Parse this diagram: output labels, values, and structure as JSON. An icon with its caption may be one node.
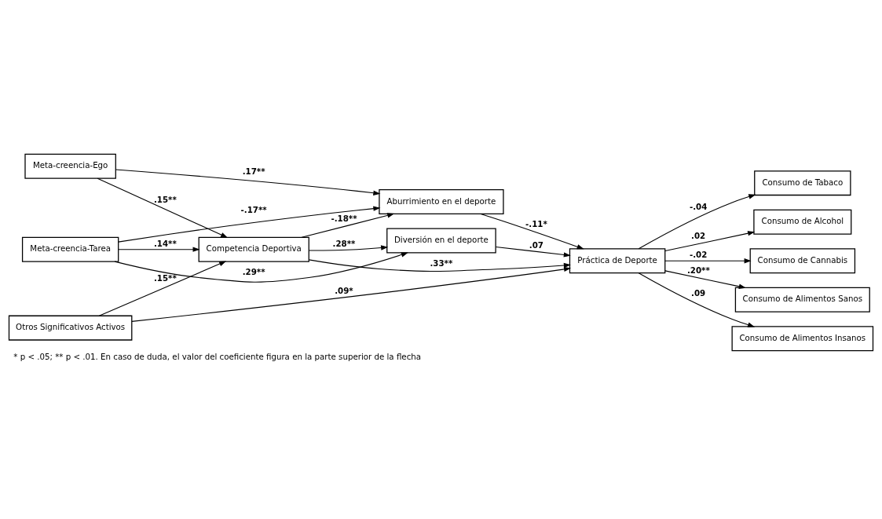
{
  "diagram": {
    "caption": "* p < .05; ** p < .01. En caso de duda, el valor del coeficiente figura en la parte superior de la flecha",
    "nodes": [
      {
        "text": [
          "Meta-creencia-Ego"
        ]
      },
      {
        "text": [
          "Aburrimiento en el deporte"
        ]
      },
      {
        "text": [
          "Competencia Deportiva"
        ]
      },
      {
        "text": [
          "Práctica de Deporte"
        ]
      },
      {
        "text": [
          "Diversión en el deporte"
        ]
      },
      {
        "text": [
          "Meta-creencia-Tarea"
        ]
      },
      {
        "text": [
          "Otros Significativos Activos"
        ]
      },
      {
        "text": [
          "Consumo de Tabaco"
        ]
      },
      {
        "text": [
          "Consumo de Alcohol"
        ]
      },
      {
        "text": [
          "Consumo de Cannabis"
        ]
      },
      {
        "text": [
          "Consumo de Alimentos Sanos"
        ]
      },
      {
        "text": [
          "Consumo de Alimentos Insanos"
        ]
      }
    ],
    "edges": [
      {
        "from": 0,
        "to": 1,
        "arrow": "to",
        "label": ".17**"
      },
      {
        "from": 0,
        "to": 2,
        "arrow": "to",
        "label": ".15**"
      },
      {
        "from": 2,
        "to": 1,
        "arrow": "to",
        "label": "-.18**"
      },
      {
        "from": 5,
        "to": 1,
        "arrow": "to",
        "label": "-.17**"
      },
      {
        "from": 1,
        "to": 3,
        "arrow": "to",
        "label": "-.11*"
      },
      {
        "from": 2,
        "to": 3,
        "arrow": "to",
        "label": ".33**"
      },
      {
        "from": 2,
        "to": 4,
        "arrow": "to",
        "label": ".28**"
      },
      {
        "from": 5,
        "to": 2,
        "arrow": "to",
        "label": ".14**"
      },
      {
        "from": 5,
        "to": 4,
        "arrow": "to",
        "label": ".29**"
      },
      {
        "from": 4,
        "to": 3,
        "arrow": "to",
        "label": ".07"
      },
      {
        "from": 6,
        "to": 2,
        "arrow": "to",
        "label": ".15**"
      },
      {
        "from": 6,
        "to": 3,
        "arrow": "to",
        "label": ".09*"
      },
      {
        "from": 3,
        "to": 7,
        "arrow": "to",
        "label": "-.04"
      },
      {
        "from": 3,
        "to": 8,
        "arrow": "to",
        "label": ".02"
      },
      {
        "from": 3,
        "to": 9,
        "arrow": "to",
        "label": "-.02"
      },
      {
        "from": 3,
        "to": 10,
        "arrow": "to",
        "label": ".20**"
      },
      {
        "from": 3,
        "to": 11,
        "arrow": "to",
        "label": ".09"
      }
    ]
  }
}
